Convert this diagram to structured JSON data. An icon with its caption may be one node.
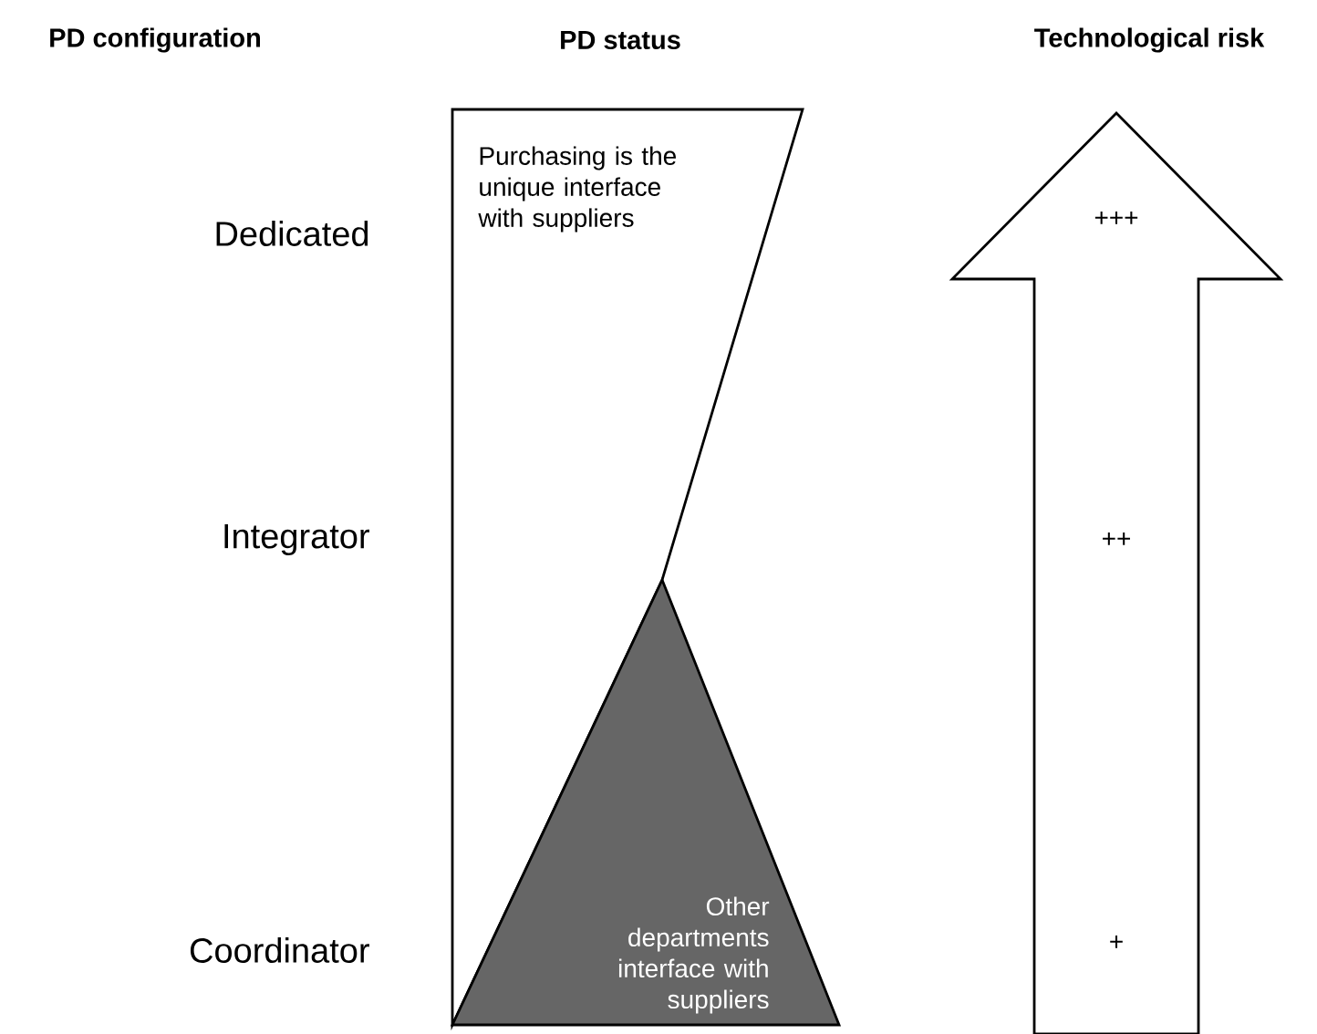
{
  "diagram": {
    "nodes": [
      {
        "text": [
          "Purchasing is the unique interface with suppliers"
        ]
      },
      {
        "text": [
          "Other departments interface with suppliers"
        ]
      },
      {
        "text": [
          "+++",
          "++",
          "+"
        ]
      }
    ],
    "labels": [
      "PD configuration",
      "PD status",
      "Technological risk",
      "Dedicated",
      "Integrator",
      "Coordinator"
    ]
  }
}
